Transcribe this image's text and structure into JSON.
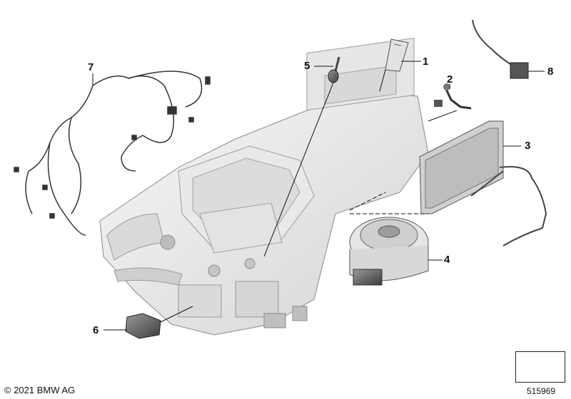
{
  "callouts": [
    {
      "number": "1"
    },
    {
      "number": "2"
    },
    {
      "number": "3"
    },
    {
      "number": "4"
    },
    {
      "number": "5"
    },
    {
      "number": "6"
    },
    {
      "number": "7"
    },
    {
      "number": "8"
    }
  ],
  "copyright": "© 2021 BMW AG",
  "diagram_id": "515969",
  "colors": {
    "part_fill": "#efefef",
    "part_shade": "#d6d6d6",
    "part_dark": "#9a9a9a",
    "line": "#222222"
  }
}
